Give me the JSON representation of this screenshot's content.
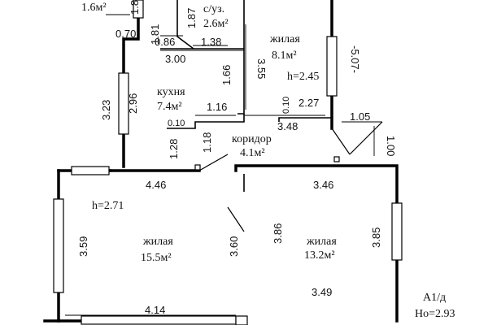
{
  "rooms": {
    "top_left_area": "1.6м²",
    "bathroom_name": "с/уз.",
    "bathroom_area": "2.6м²",
    "bedroom_small_name": "жилая",
    "bedroom_small_area": "8.1м²",
    "bedroom_small_height": "h=2.45",
    "kitchen_name": "кухня",
    "kitchen_area": "7.4м²",
    "corridor_name": "коридор",
    "corridor_area": "4.1м²",
    "living_left_name": "жилая",
    "living_left_area": "15.5м²",
    "living_left_height": "h=2.71",
    "living_right_name": "жилая",
    "living_right_area": "13.2м²"
  },
  "dimensions": {
    "d_1_8": "1.8",
    "d_1_87": "1.87",
    "d_0_70": "0.70",
    "d_1_81": "1.81",
    "d_0_86": "0.86",
    "d_1_38": "1.38",
    "d_3_55": "3.55",
    "d_3_00": "3.00",
    "d_5_07": "-5.07-",
    "d_1_66": "1.66",
    "d_3_23": "3.23",
    "d_2_96": "2.96",
    "d_1_16": "1.16",
    "d_0_10_a": "0.10",
    "d_0_10_b": "0.10",
    "d_2_27": "2.27",
    "d_1_05": "1.05",
    "d_1_00": "1.00",
    "d_3_48": "3.48",
    "d_1_28": "1.28",
    "d_1_18": "1.18",
    "d_4_46": "4.46",
    "d_3_46": "3.46",
    "d_3_59": "3.59",
    "d_3_60": "3.60",
    "d_3_86": "3.86",
    "d_3_85": "3.85",
    "d_3_49": "3.49",
    "d_4_14": "4.14"
  },
  "stamp": {
    "apartment": "А1/д",
    "level": "Но=2.93"
  }
}
